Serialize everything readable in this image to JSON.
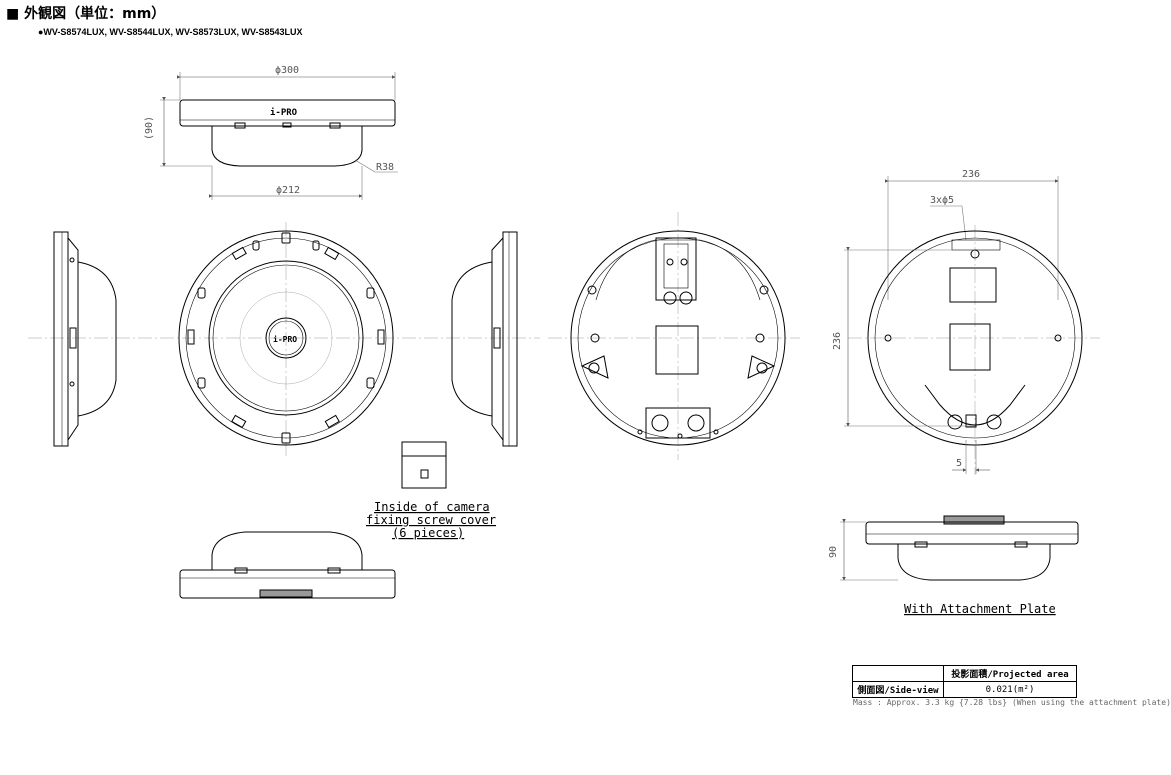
{
  "header": {
    "title": "■ 外観図（単位：mm）",
    "models": "●WV-S8574LUX, WV-S8544LUX, WV-S8573LUX, WV-S8543LUX"
  },
  "dimensions": {
    "dia300": "ϕ300",
    "h90_paren": "(90)",
    "r38": "R38",
    "dia212": "ϕ212",
    "w236": "236",
    "holes": "3xϕ5",
    "h236": "236",
    "five": "5",
    "h90": "90"
  },
  "logo": {
    "brand": "i-PRO"
  },
  "captions": {
    "cover_line1": "Inside of camera",
    "cover_line2": "fixing screw cover",
    "cover_line3": "(6 pieces)",
    "attachment": "With Attachment Plate"
  },
  "table": {
    "header": "投影面積/Projected area",
    "row_label": "側面図/Side-view",
    "row_value": "0.021(m²)"
  },
  "mass_note": "Mass : Approx. 3.3 kg {7.28 lbs} (When using the attachment plate)"
}
